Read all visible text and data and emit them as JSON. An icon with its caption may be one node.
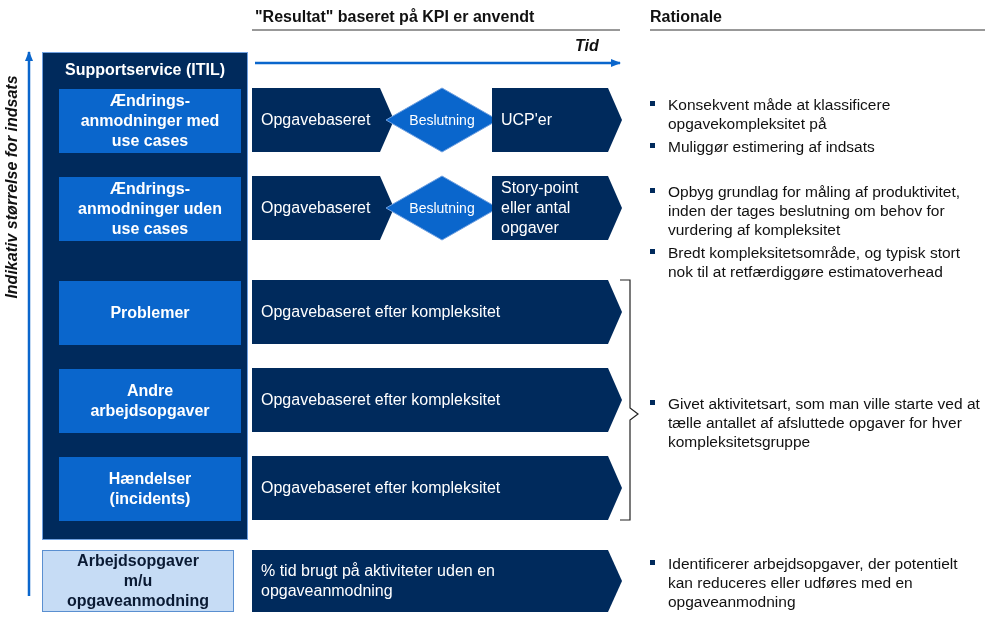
{
  "diagram": {
    "nodes": [
      {
        "text": [
          "Supportservice (ITIL)"
        ]
      },
      {
        "text": [
          "Ændrings- anmodninger med use cases"
        ],
        "in": 0
      },
      {
        "text": [
          "Opgavebaseret"
        ]
      },
      {
        "text": [
          "Beslutning"
        ]
      },
      {
        "text": [
          "UCP'er"
        ]
      },
      {
        "text": [
          "Ændrings- anmodninger uden use cases"
        ],
        "in": 0
      },
      {
        "text": [
          "Opgavebaseret"
        ]
      },
      {
        "text": [
          "Beslutning"
        ]
      },
      {
        "text": [
          "Story-point eller antal opgaver"
        ]
      },
      {
        "text": [
          "Problemer"
        ],
        "in": 0
      },
      {
        "text": [
          "Opgavebaseret efter kompleksitet"
        ]
      },
      {
        "text": [
          "Andre arbejdsopgaver"
        ],
        "in": 0
      },
      {
        "text": [
          "Opgavebaseret efter kompleksitet"
        ]
      },
      {
        "text": [
          "Hændelser (incidents)"
        ],
        "in": 0
      },
      {
        "text": [
          "Opgavebaseret efter kompleksitet"
        ]
      },
      {
        "text": [
          "Arbejdsopgaver m/u opgaveanmodning"
        ]
      },
      {
        "text": [
          "% tid brugt på aktiviteter uden en opgaveanmodning"
        ]
      }
    ],
    "edges": [],
    "labels": [
      "\"Resultat\" baseret på KPI er anvendt",
      "Rationale",
      "Tid",
      "Indikativ størrelse for indsats",
      "Konsekvent måde at klassificere opgavekompleksitet på",
      "Muliggør estimering af indsats",
      "Opbyg grundlag for måling af produktivitet, inden der tages beslutning om behov for vurdering af kompleksitet",
      "Bredt kompleksitetsområde, og typisk stort nok til at retfærdiggøre estimatoverhead",
      "Givet aktivitetsart, som man ville starte ved at tælle antallet af afsluttede opgaver for hver kompleksitetsgruppe",
      "Identificerer arbejdsopgaver, der potentielt kan reduceres eller udføres med en opgaveanmodning"
    ]
  }
}
